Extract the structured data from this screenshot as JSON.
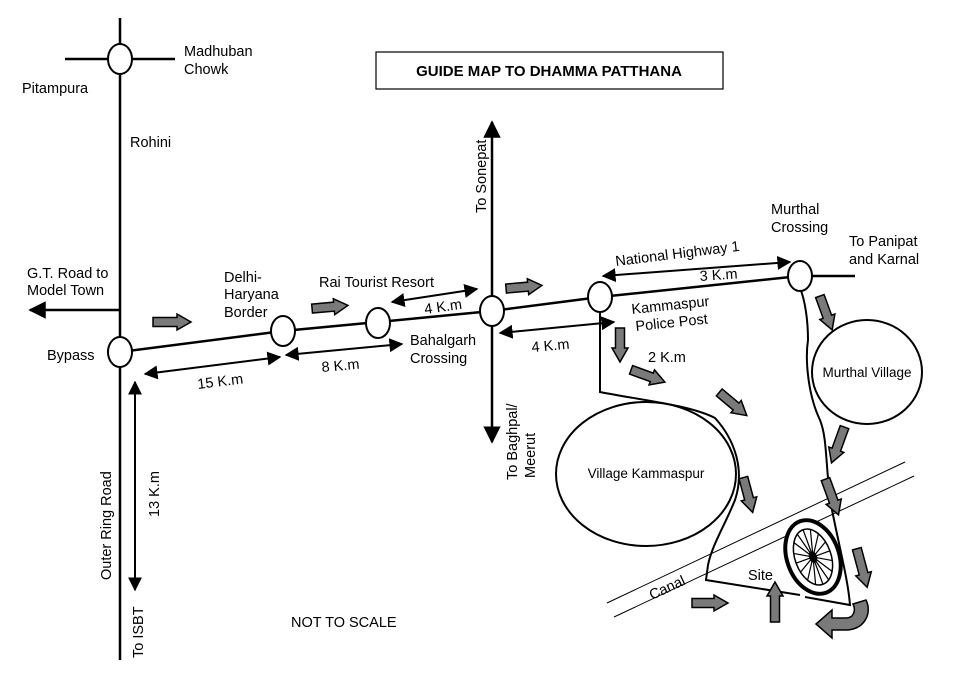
{
  "title": "GUIDE MAP TO DHAMMA PATTHANA",
  "footnote": "NOT TO SCALE",
  "colors": {
    "line": "#000000",
    "arrow_fill": "#7a7a7a",
    "background": "#ffffff"
  },
  "places": {
    "madhuban_chowk_1": "Madhuban",
    "madhuban_chowk_2": "Chowk",
    "pitampura": "Pitampura",
    "rohini": "Rohini",
    "gt_road_1": "G.T. Road to",
    "gt_road_2": "Model Town",
    "bypass": "Bypass",
    "delhi_haryana_1": "Delhi-",
    "delhi_haryana_2": "Haryana",
    "delhi_haryana_3": "Border",
    "rai_tourist_resort": "Rai Tourist Resort",
    "bahalgarh_1": "Bahalgarh",
    "bahalgarh_2": "Crossing",
    "to_sonepat": "To Sonepat",
    "to_baghpal_1": "To Baghpal/",
    "to_baghpal_2": "Meerut",
    "national_highway": "National Highway 1",
    "murthal_crossing_1": "Murthal",
    "murthal_crossing_2": "Crossing",
    "to_panipat_1": "To Panipat",
    "to_panipat_2": "and Karnal",
    "kammaspur_post_1": "Kammaspur",
    "kammaspur_post_2": "Police Post",
    "murthal_village": "Murthal Village",
    "village_kammaspur": "Village Kammaspur",
    "canal": "Canal",
    "site": "Site",
    "outer_ring_road": "Outer Ring Road",
    "to_isbt": "To ISBT"
  },
  "distances": {
    "bypass_to_border": "15 K.m",
    "border_to_bahalgarh": "8 K.m",
    "resort_to_bahalgarh": "4 K.m",
    "bahalgarh_to_kammaspur": "4 K.m",
    "kammaspur_to_murthal": "3 K.m",
    "kammaspur_to_site": "2 K.m",
    "bypass_to_isbt": "13 K.m"
  }
}
